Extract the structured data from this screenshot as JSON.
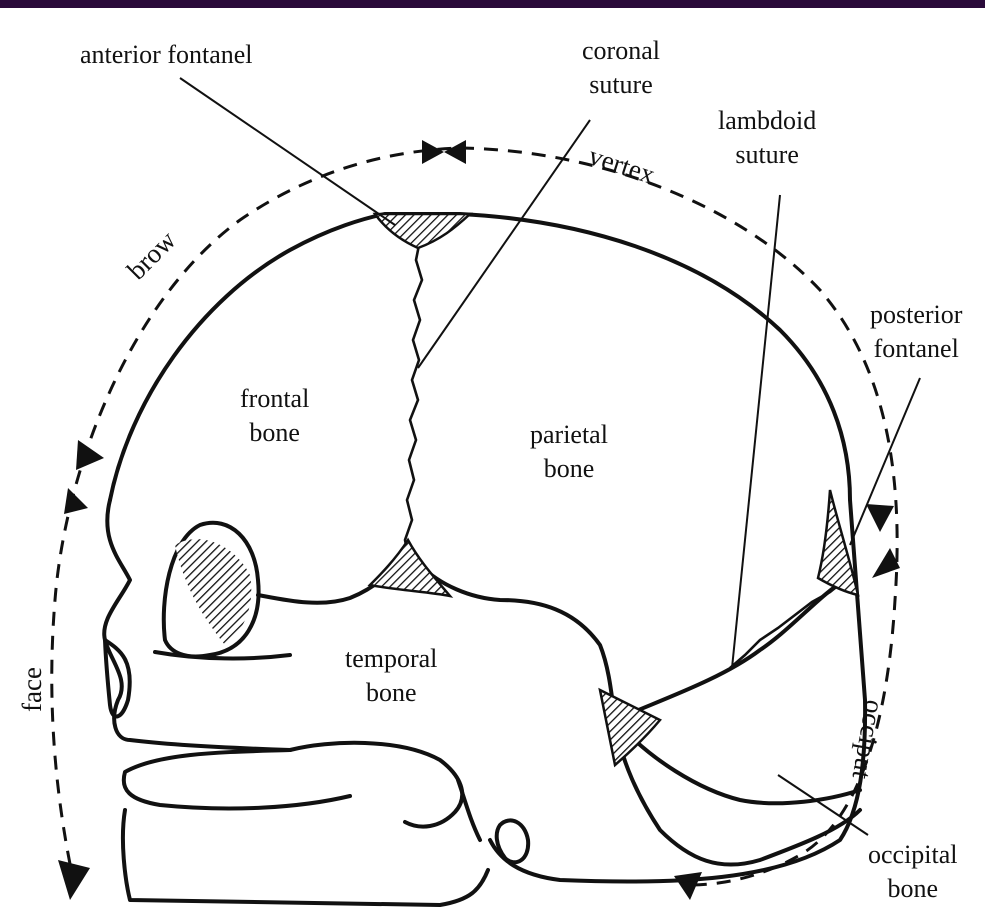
{
  "colors": {
    "top_bar": "#2a0a3a",
    "ink": "#111111",
    "background": "#ffffff"
  },
  "labels": {
    "anterior_fontanel": "anterior fontanel",
    "coronal_suture": [
      "coronal",
      "suture"
    ],
    "lambdoid_suture": [
      "lambdoid",
      "suture"
    ],
    "posterior_fontanel": [
      "posterior",
      "fontanel"
    ],
    "frontal_bone": [
      "frontal",
      "bone"
    ],
    "parietal_bone": [
      "parietal",
      "bone"
    ],
    "temporal_bone": [
      "temporal",
      "bone"
    ],
    "occipital_bone": [
      "occipital",
      "bone"
    ]
  },
  "regions": {
    "brow": "brow",
    "vertex": "vertex",
    "face": "face",
    "occiput": "occiput"
  }
}
